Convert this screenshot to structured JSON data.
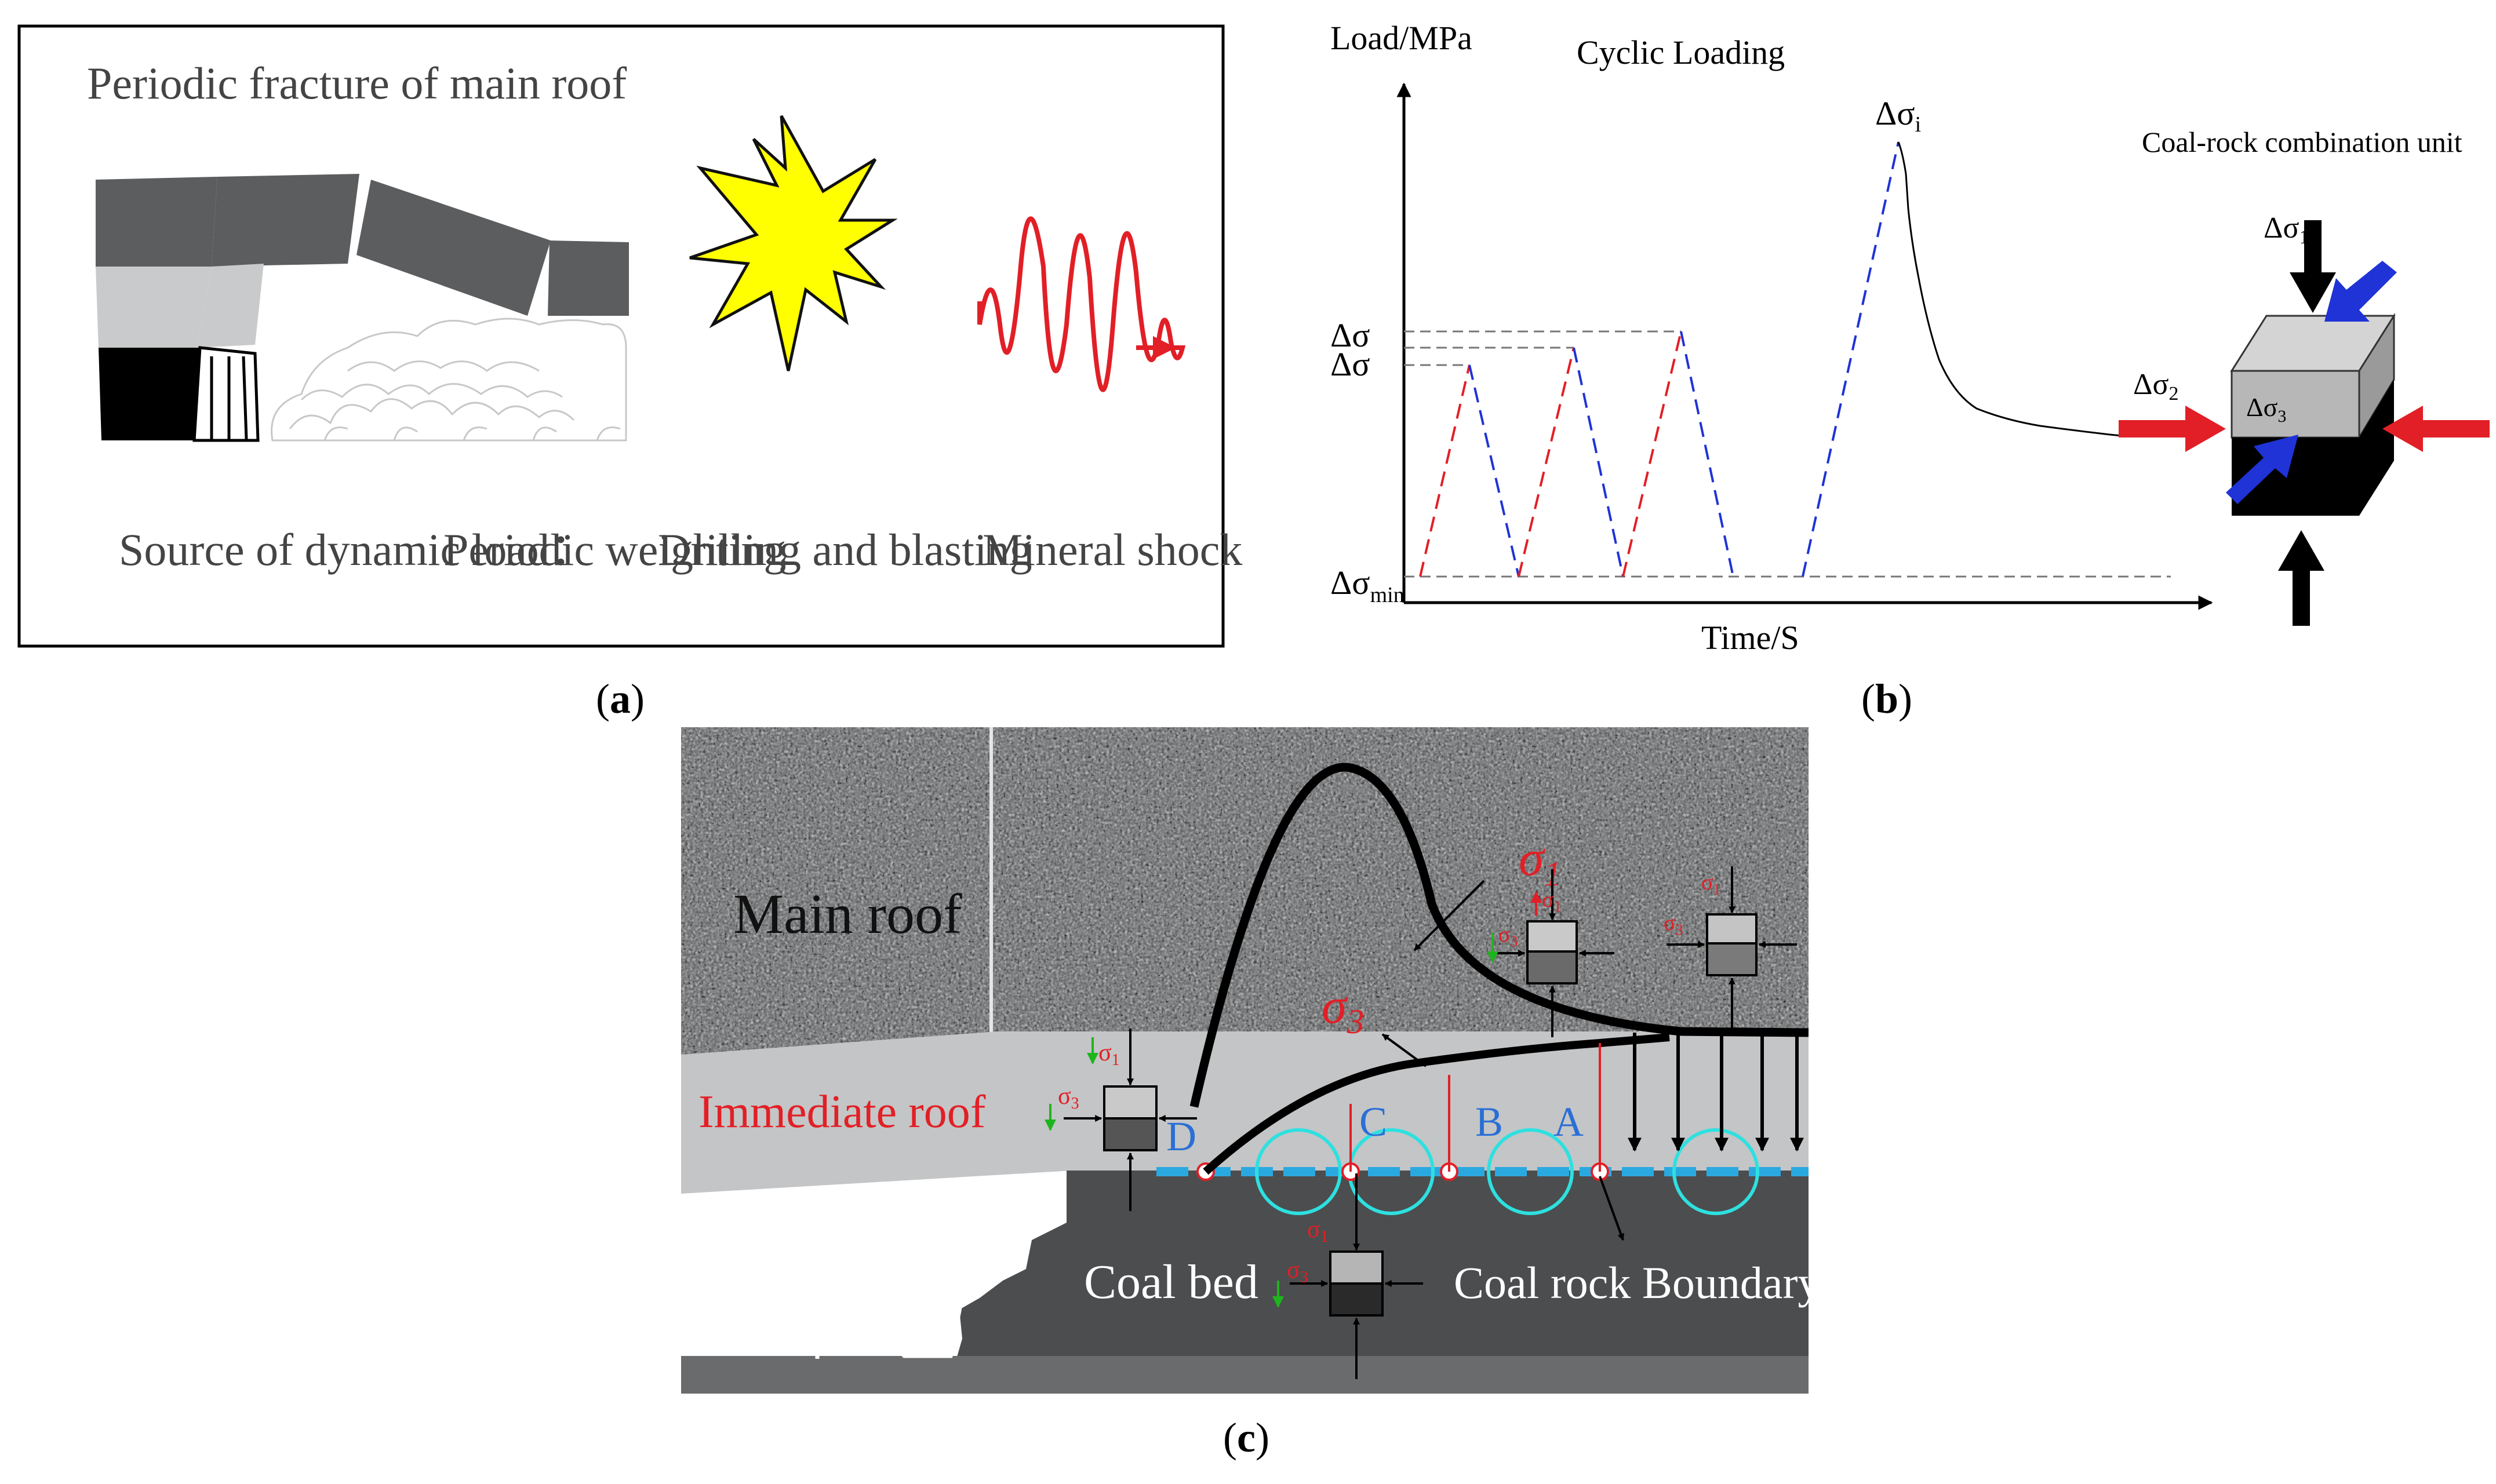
{
  "colors": {
    "rock_dark": "#5a5c5e",
    "immediate_roof": "#c4c5c6",
    "coal": "#4c4d4e",
    "boundary": "#2aa9e0",
    "red": "#e21f26",
    "blue": "#1f33d6",
    "yellow": "#ffff00",
    "green": "#1eb41e"
  },
  "panel_a": {
    "title": "Periodic fracture of main roof",
    "source_label": "Source of dynamic load：",
    "periodic_weighting": "Periodic weighting",
    "drilling_blasting": "Drilling and blasting",
    "mineral_shock": "Mineral shock",
    "caption": "a"
  },
  "panel_b": {
    "y_axis": "Load/MPa",
    "x_axis": "Time/S",
    "title": "Cyclic  Loading",
    "peak_label": "Δσ",
    "peak_sub": "i",
    "upper_label_1": "Δσ",
    "upper_label_2": "Δσ",
    "min_label": "Δσ",
    "min_sub": "min",
    "unit_title": "Coal-rock combination unit",
    "s1": "Δσ",
    "s1_sub": "1",
    "s2": "Δσ",
    "s2_sub": "2",
    "s3": "Δσ",
    "s3_sub": "3",
    "caption": "b"
  },
  "panel_c": {
    "main_roof": "Main roof",
    "immediate_roof": "Immediate roof",
    "coal_bed": "Coal bed",
    "boundary_label": "Coal rock Boundary",
    "sigma1": "σ",
    "sigma1_sub": "1",
    "sigma3": "σ",
    "sigma3_sub": "3",
    "zones": [
      "D",
      "C",
      "B",
      "A"
    ],
    "s1": "σ",
    "s1_sub": "1",
    "s3": "σ",
    "s3_sub": "3",
    "caption": "c"
  }
}
